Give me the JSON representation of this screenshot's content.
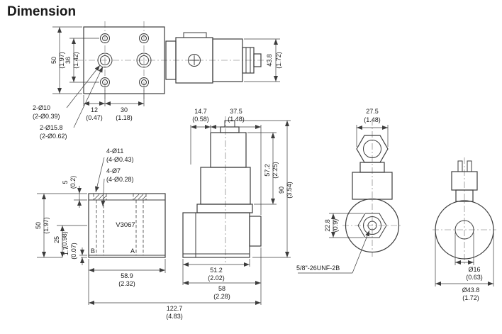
{
  "title": "Dimension",
  "colors": {
    "title_green": "#00a33e",
    "line": "#3c3c3c"
  },
  "labels": {
    "model": "V3067",
    "port_b": "B",
    "port_a": "A",
    "thread": "5/8\"-26UNF-2B",
    "holes_through": "2-Ø10",
    "holes_through_in": "(2-Ø0.39)",
    "holes_cbore": "2-Ø15.8",
    "holes_cbore_in": "(2-Ø0.62)",
    "mount_cbore": "4-Ø11",
    "mount_cbore_in": "(4-Ø0.43)",
    "mount_through": "4-Ø7",
    "mount_through_in": "(4-Ø0.28)"
  },
  "dims": {
    "top_height": "50",
    "top_height_in": "(1.97)",
    "top_bolt_span": "36",
    "top_bolt_span_in": "(1.42)",
    "top_offset": "12",
    "top_offset_in": "(0.47)",
    "top_pitch": "30",
    "top_pitch_in": "(1.18)",
    "coil_od_side": "43.8",
    "coil_od_side_in": "(1.72)",
    "front_height": "50",
    "front_height_in": "(1.97)",
    "front_port_h": "25",
    "front_port_h_in": "(0.98)",
    "front_base": "1.7",
    "front_base_in": "(0.07)",
    "front_step": "5",
    "front_step_in": "(0.2)",
    "front_width": "58.9",
    "front_width_in": "(2.32)",
    "total_length": "122.7",
    "total_length_in": "(4.83)",
    "conn_offset": "14.7",
    "conn_offset_in": "(0.58)",
    "conn_width": "37.5",
    "conn_width_in": "(1.48)",
    "coil_stack": "57.2",
    "coil_stack_in": "(2.25)",
    "total_height": "90",
    "total_height_in": "(3.54)",
    "body_len": "51.2",
    "body_len_in": "(2.02)",
    "body_width": "58",
    "body_width_in": "(2.28)",
    "nut_af": "27.5",
    "nut_af_in": "(1.48)",
    "end_h": "22.8",
    "end_h_in": "(0.9)",
    "coil_id": "Ø16",
    "coil_id_in": "(0.63)",
    "coil_od": "Ø43.8",
    "coil_od_in": "(1.72)"
  }
}
